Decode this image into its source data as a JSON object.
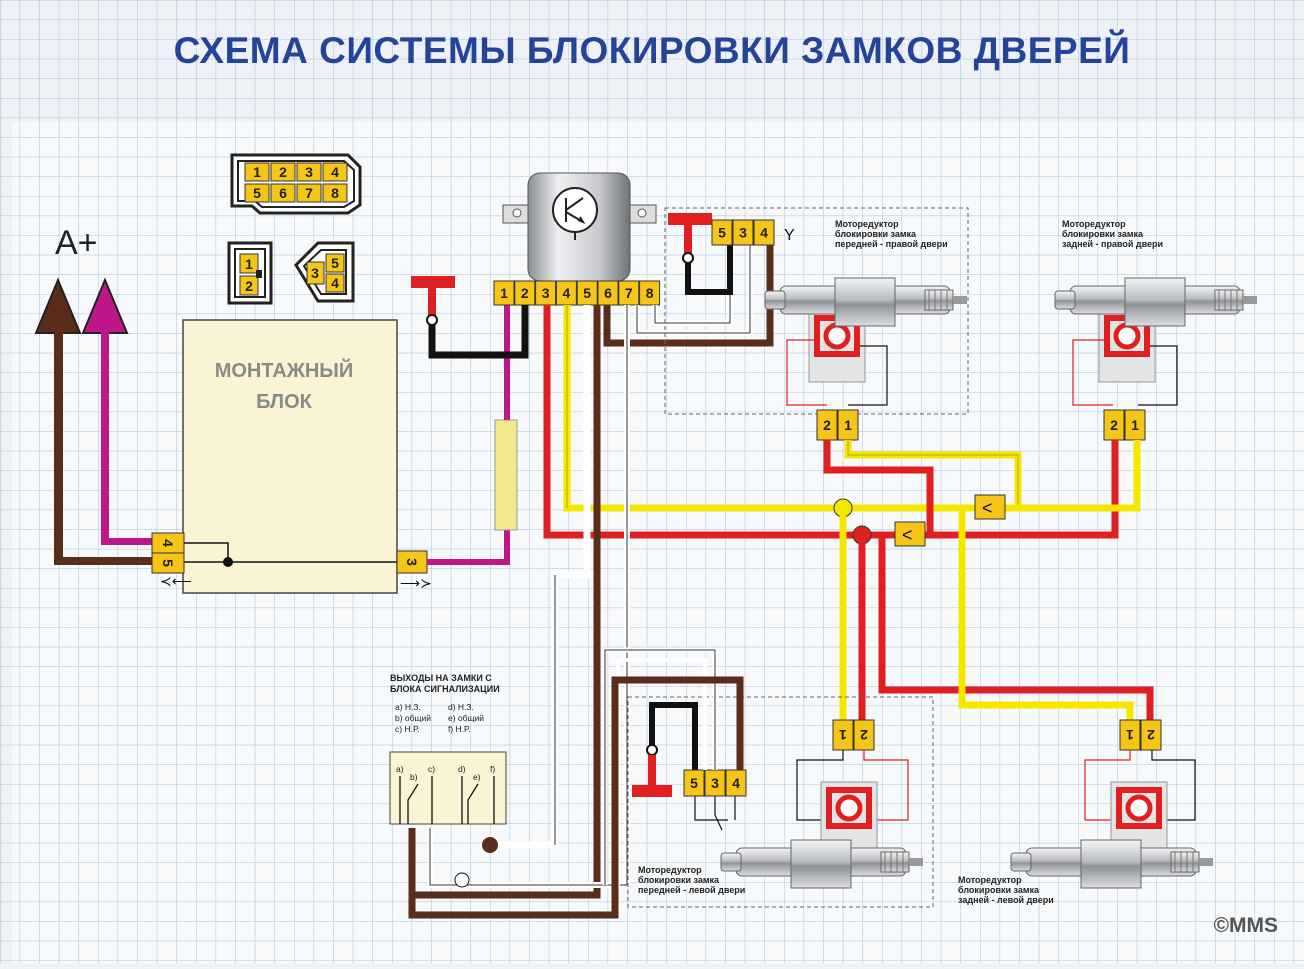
{
  "title": "СХЕМА СИСТЕМЫ БЛОКИРОВКИ ЗАМКОВ ДВЕРЕЙ",
  "supply_label": "A+",
  "mount_block": {
    "line1": "МОНТАЖНЫЙ",
    "line2": "БЛОК",
    "pins_left": [
      "4",
      "5"
    ],
    "pin_right": "3"
  },
  "connector8": {
    "row1": [
      "1",
      "2",
      "3",
      "4"
    ],
    "row2": [
      "5",
      "6",
      "7",
      "8"
    ]
  },
  "connector2": [
    "1",
    "2"
  ],
  "connector5": [
    "3",
    "5",
    "4"
  ],
  "relay_pins": [
    "1",
    "2",
    "3",
    "4",
    "5",
    "6",
    "7",
    "8"
  ],
  "switch_pins": [
    "5",
    "3",
    "4"
  ],
  "motor_pins": [
    "2",
    "1"
  ],
  "motor_pins_mirrored": [
    "1",
    "2"
  ],
  "motors": {
    "front_right": [
      "Моторедуктор",
      "блокировки замка",
      "передней - правой двери"
    ],
    "rear_right": [
      "Моторедуктор",
      "блокировки замка",
      "задней - правой двери"
    ],
    "front_left": [
      "Моторедуктор",
      "блокировки замка",
      "передней - левой двери"
    ],
    "rear_left": [
      "Моторедуктор",
      "блокировки замка",
      "задней - левой двери"
    ]
  },
  "alarm": {
    "title1": "ВЫХОДЫ НА ЗАМКИ С",
    "title2": "БЛОКА СИГНАЛИЗАЦИИ",
    "legend_left": [
      "a) Н.З.",
      "b) общий",
      "c) Н.Р."
    ],
    "legend_right": [
      "d) Н.З.",
      "e) общий",
      "f) Н.Р."
    ],
    "terminals": [
      "a)",
      "b)",
      "c)",
      "d)",
      "e)",
      "f)"
    ]
  },
  "copyright": "©MMS",
  "colors": {
    "title": "#24449a",
    "brown": "#5a2c1a",
    "red": "#e02020",
    "yellow": "#f5e600",
    "magenta": "#c0168c",
    "black": "#111111",
    "pin": "#f5c518"
  }
}
